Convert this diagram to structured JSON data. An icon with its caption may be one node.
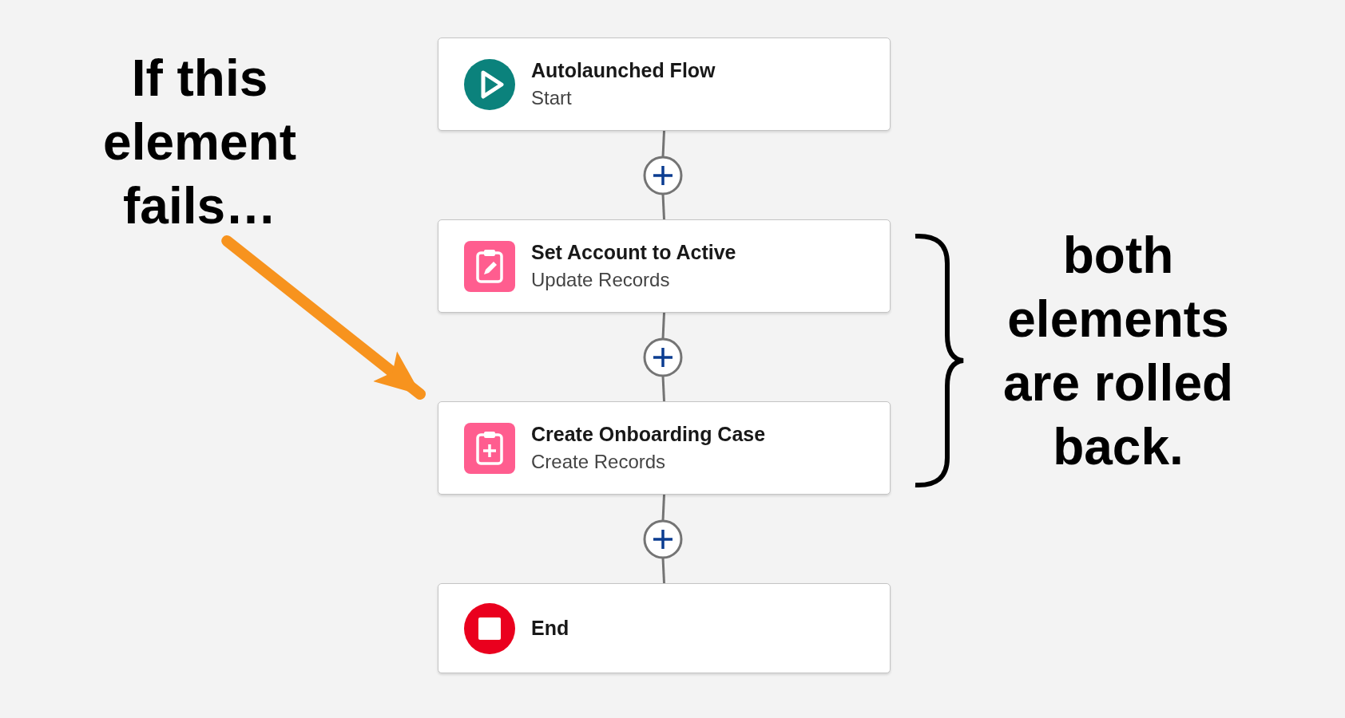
{
  "diagram": {
    "nodes": [
      {
        "text": [
          "If this element fails…"
        ]
      },
      {
        "text": [
          "Autolaunched Flow",
          "Start"
        ]
      },
      {
        "text": [],
        "shape": "circle"
      },
      {
        "text": [
          "Set Account to Active",
          "Update Records"
        ]
      },
      {
        "text": [],
        "shape": "circle"
      },
      {
        "text": [
          "Create Onboarding Case",
          "Create Records"
        ]
      },
      {
        "text": [],
        "shape": "circle"
      },
      {
        "text": [
          "End"
        ]
      },
      {
        "text": [
          "both elements are rolled back."
        ]
      }
    ],
    "edges": [
      {
        "from": 1,
        "to": 2,
        "arrow": "none"
      },
      {
        "from": 2,
        "to": 3,
        "arrow": "none"
      },
      {
        "from": 3,
        "to": 4,
        "arrow": "none"
      },
      {
        "from": 4,
        "to": 5,
        "arrow": "none"
      },
      {
        "from": 5,
        "to": 6,
        "arrow": "none"
      },
      {
        "from": 6,
        "to": 7,
        "arrow": "none"
      },
      {
        "from": 0,
        "to": 5,
        "arrow": "to",
        "style": "thick",
        "color": "#f7931e"
      }
    ]
  }
}
